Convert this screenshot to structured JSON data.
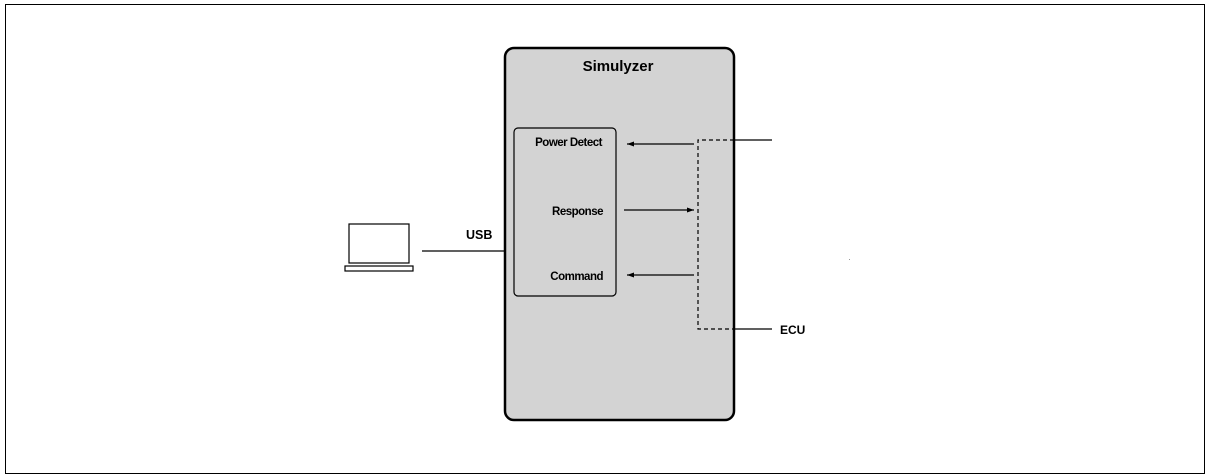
{
  "title": "Simulyzer",
  "labels": {
    "usb": "USB",
    "ecu": "ECU",
    "power_detect": "Power Detect",
    "response": "Response",
    "command": "Command"
  },
  "colors": {
    "box_fill": "#d3d3d3",
    "stroke": "#000000"
  },
  "icons": {
    "pc": "laptop-icon"
  }
}
